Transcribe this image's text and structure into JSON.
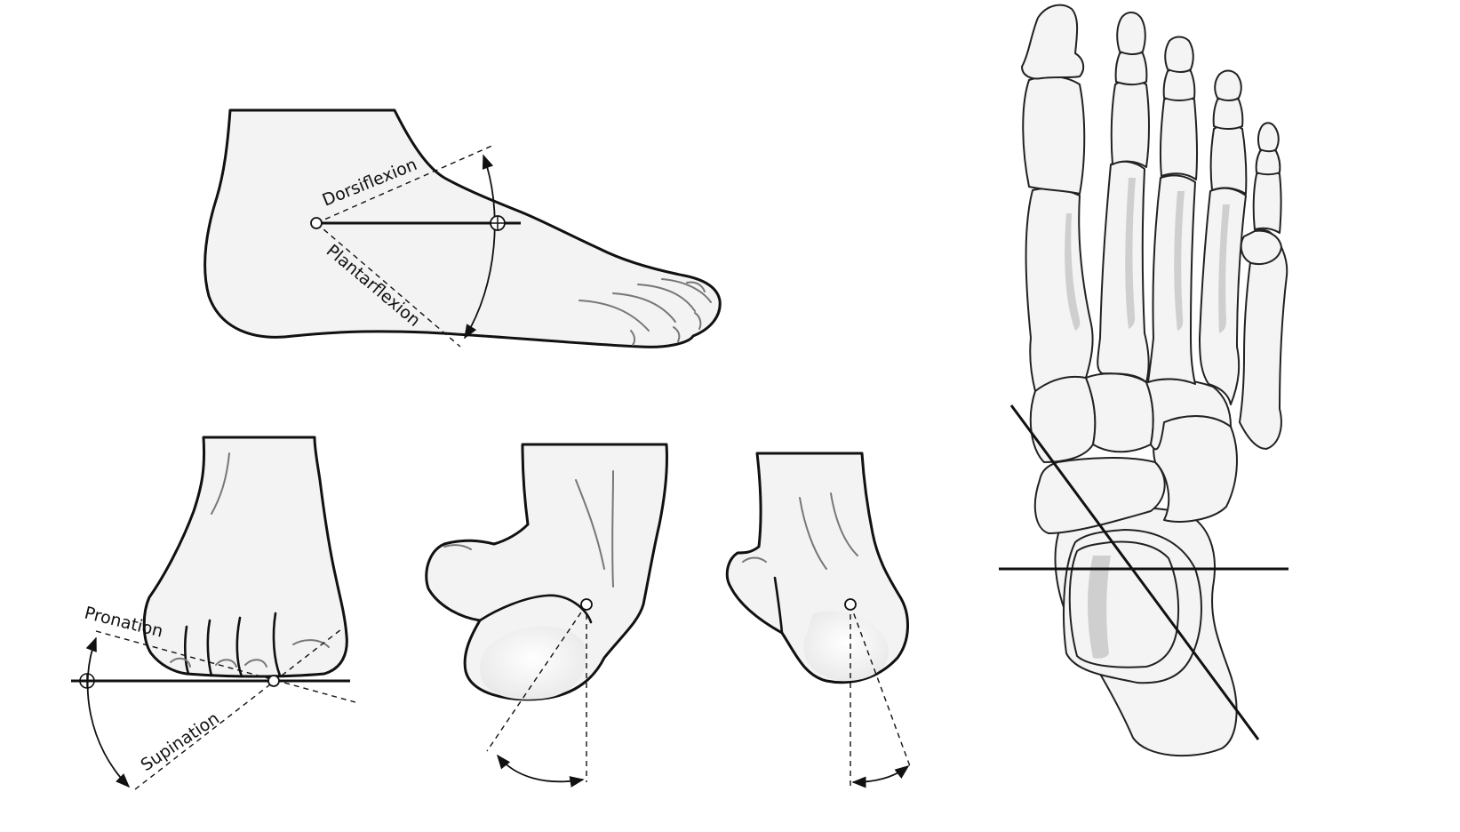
{
  "labels": {
    "dorsiflexion": "Dorsiflexion",
    "plantarflexion": "Plantarflexion",
    "pronation": "Pronation",
    "supination": "Supination"
  },
  "colors": {
    "outline": "#111111",
    "skin_fill": "#f3f3f3",
    "bone_fill": "#f4f4f4",
    "bone_shade": "#cfcfcf"
  }
}
